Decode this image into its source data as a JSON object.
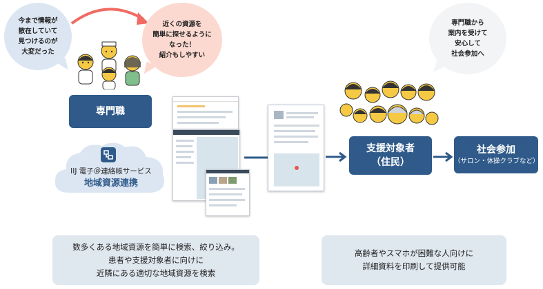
{
  "bubbles": {
    "past": "今まで情報が\n散在していて\n見つけるのが\n大変だった",
    "now": "近くの資源を\n簡単に探せるように\nなった！\n紹介もしやすい",
    "residents": "専門職から\n案内を受けて\n安心して\n社会参加へ"
  },
  "boxes": {
    "professional": "専門職",
    "target_main": "支援対象者",
    "target_sub": "（住民）",
    "social_main": "社会参加",
    "social_sub": "（サロン・体操クラブなど）"
  },
  "service": {
    "name": "IIJ 電子＠連絡帳サービス",
    "feature": "地域資源連携"
  },
  "notes": {
    "left": "数多くある地域資源を簡単に検索、絞り込み。\n患者や支援対象者に向けに\n近隣にある適切な地域資源を検索",
    "right": "高齢者やスマホが困難な人向けに\n詳細資料を印刷して提供可能"
  },
  "colors": {
    "navy": "#2f5a8a",
    "arrow_red": "#f06b63",
    "face_yellow": "#f6c944"
  },
  "icons": [
    "service-logo-icon",
    "people-illustration",
    "screen-mockup"
  ]
}
